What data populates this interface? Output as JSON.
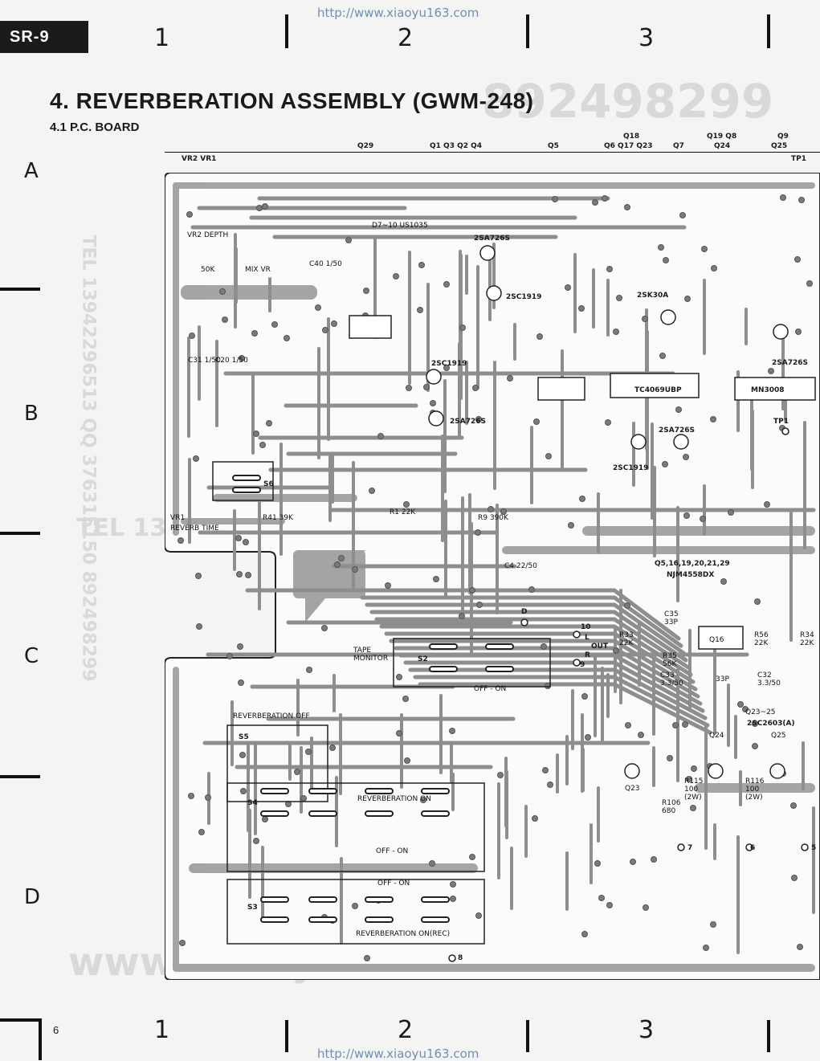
{
  "header": {
    "url_top": "http://www.xiaoyu163.com",
    "url_bottom": "http://www.xiaoyu163.com",
    "model_badge": "SR-9",
    "page_number": "6",
    "column_numbers": [
      "1",
      "2",
      "3"
    ],
    "row_letters": [
      "A",
      "B",
      "C",
      "D"
    ]
  },
  "title": "4. REVERBERATION ASSEMBLY (GWM-248)",
  "subtitle": "4.1 P.C. BOARD",
  "top_labels": {
    "q29": "Q29",
    "q1_4": "Q1  Q3  Q2  Q4",
    "q5": "Q5",
    "q18": "Q18",
    "q6_23": "Q6  Q17  Q23",
    "q7": "Q7",
    "q19_8": "Q19   Q8",
    "q24": "Q24",
    "q9": "Q9",
    "q25": "Q25",
    "vr2vr1": "VR2  VR1",
    "tp1": "TP1"
  },
  "board_labels": {
    "vr2_depth": "VR2 DEPTH",
    "mix_vr": "MIX VR",
    "pot_50k": "50K",
    "c40": "C40 1/50",
    "c31": "C31 1/50",
    "c20": "C20 1/50",
    "d_us1035": "D7~10 US1035",
    "q4_type": "2SA726S",
    "q2_type": "2SC1919",
    "q1_type": "2SC1919",
    "q3_type": "2SA726S",
    "q18_type": "2SK30A",
    "q17_ic": "TC4069UBP",
    "q8_ic": "MN3008",
    "q9_type": "2SA726S",
    "q7_type": "2SA726S",
    "q6_type": "2SC1919",
    "tp1": "TP1",
    "vr1": "VR1",
    "reverb_time": "REVERB TIME",
    "r41": "R41 39K",
    "s6": "S6",
    "r1": "R1 22K",
    "r9": "R9 390K",
    "c4": "C4 22/50",
    "njm_list": "Q5,16,19,20,21,29",
    "njm_ic": "NJM4558DX",
    "tape_monitor": "TAPE MONITOR",
    "s2": "S2",
    "off_on_s2": "OFF - ON",
    "pt_d": "D",
    "pt_10": "10",
    "pt_l": "L",
    "pt_out": "OUT",
    "pt_r": "R",
    "pt_9": "9",
    "reverb_off": "REVERBERATION  OFF",
    "s5": "S5",
    "reverb_on": "REVERBERATION  ON",
    "s4": "S4",
    "off_on_s4": "OFF - ON",
    "off_on_s3": "OFF - ON",
    "s3": "S3",
    "reverb_on_rec": "REVERBERATION ON(REC)",
    "pt_8": "8",
    "q23_25": "Q23~25",
    "q23_type": "2SC2603(A)",
    "q24": "Q24",
    "q25": "Q25",
    "q23": "Q23",
    "pt_7": "7",
    "pt_6": "6",
    "pt_5": "5",
    "r116": "R116 100 (2W)",
    "r115": "R115 100 (2W)",
    "r106": "R106 680",
    "c35": "C35 33P",
    "r33": "R33 22K",
    "r35": "R35 56K",
    "c33": "C33 3.3/50",
    "c34": "33P",
    "c32": "C32 3.3/50",
    "r56": "R56 22K",
    "r34": "R34 22K",
    "q16": "Q16"
  },
  "watermarks": {
    "tel_vertical": "TEL 13942296513 QQ 376315150 892498299",
    "tel_horizontal": "TEL 13",
    "qq_big": "892498299",
    "site": "www. xiaoyu163 .com"
  }
}
